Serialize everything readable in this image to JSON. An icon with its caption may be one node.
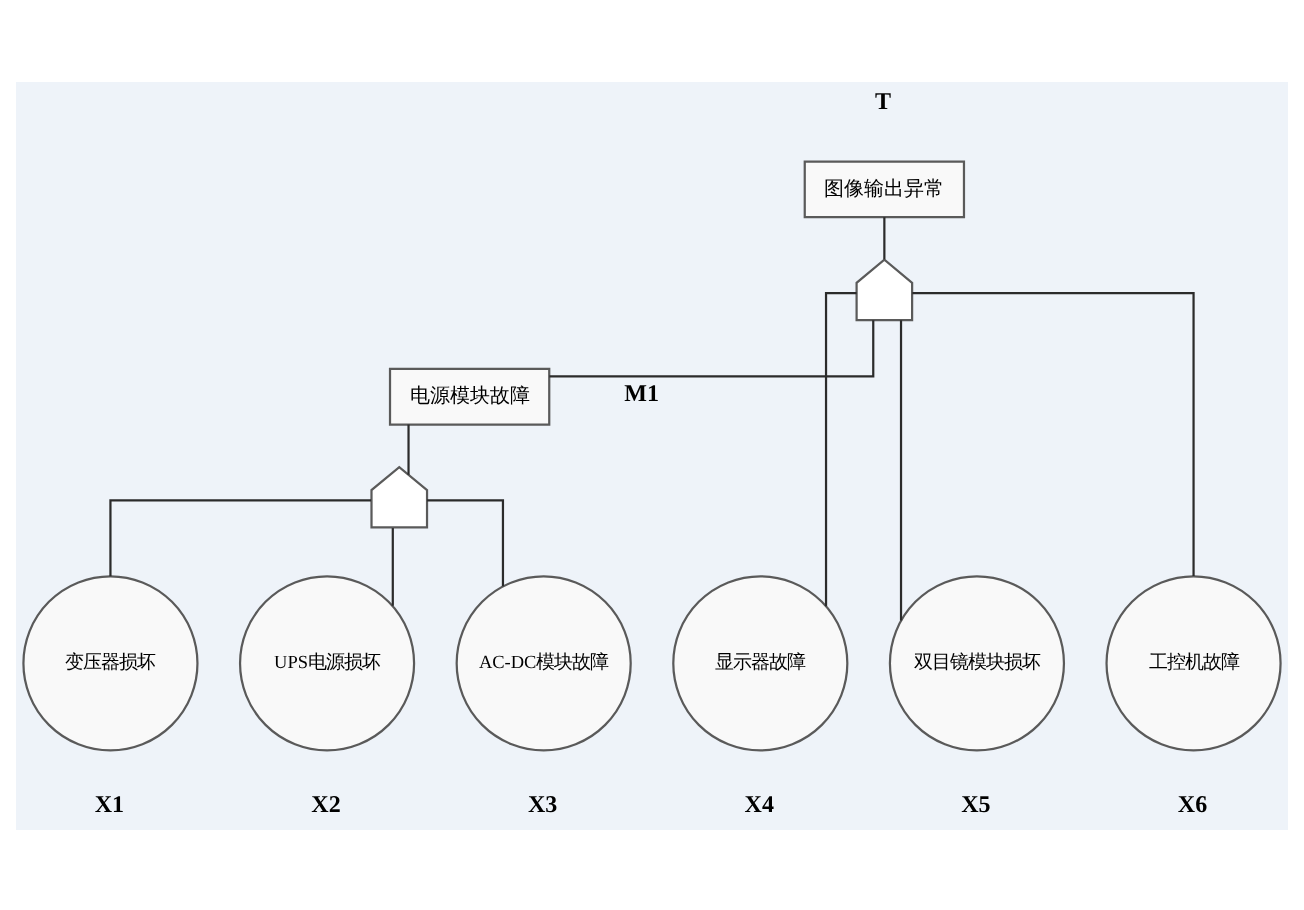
{
  "diagram": {
    "nodes": [
      {
        "text": [
          "图像输出异常"
        ],
        "beside": [
          "T"
        ]
      },
      {
        "text": [],
        "shape": "gate"
      },
      {
        "text": [
          "电源模块故障"
        ],
        "beside": [
          "M1"
        ]
      },
      {
        "text": [],
        "shape": "gate"
      },
      {
        "text": [
          "变压器损坏"
        ],
        "beside": [
          "X1"
        ]
      },
      {
        "text": [
          "UPS电源损坏"
        ],
        "beside": [
          "X2"
        ]
      },
      {
        "text": [
          "AC-DC模块故障"
        ],
        "beside": [
          "X3"
        ]
      },
      {
        "text": [
          "显示器故障"
        ],
        "beside": [
          "X4"
        ]
      },
      {
        "text": [
          "双目镜模块损坏"
        ],
        "beside": [
          "X5"
        ]
      },
      {
        "text": [
          "工控机故障"
        ],
        "beside": [
          "X6"
        ]
      }
    ],
    "edges": [
      {
        "from": 0,
        "to": 1,
        "arrow": "none"
      },
      {
        "from": 1,
        "to": 2,
        "arrow": "none"
      },
      {
        "from": 1,
        "to": 7,
        "arrow": "none"
      },
      {
        "from": 1,
        "to": 8,
        "arrow": "none"
      },
      {
        "from": 1,
        "to": 9,
        "arrow": "none"
      },
      {
        "from": 2,
        "to": 3,
        "arrow": "none"
      },
      {
        "from": 3,
        "to": 4,
        "arrow": "none"
      },
      {
        "from": 3,
        "to": 5,
        "arrow": "none"
      },
      {
        "from": 3,
        "to": 6,
        "arrow": "none"
      }
    ]
  }
}
